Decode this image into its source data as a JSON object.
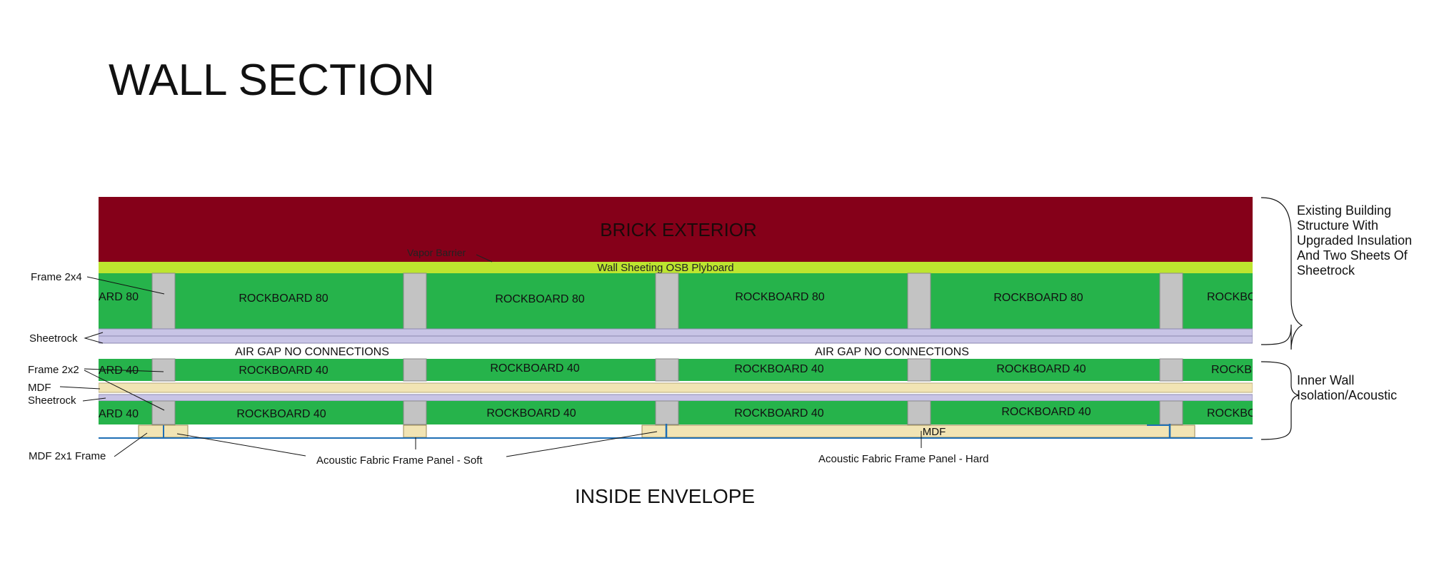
{
  "title": "WALL SECTION",
  "footer_label": "INSIDE ENVELOPE",
  "layers": {
    "brick": "BRICK EXTERIOR",
    "vapor_barrier": "Vapor Barrier",
    "osb": "Wall Sheeting OSB Plyboard",
    "air_gap": "AIR GAP NO CONNECTIONS",
    "mdf": "MDF"
  },
  "rows": {
    "outer_rockboard": {
      "label": "ROCKBOARD 80",
      "partial_left": "ARD 80",
      "partial_right": "ROCKBO"
    },
    "inner_rockboard_1": {
      "label": "ROCKBOARD 40",
      "partial_left": "ARD 40",
      "partial_right": "ROCKB"
    },
    "inner_rockboard_2": {
      "label": "ROCKBOARD 40",
      "partial_left": "ARD 40",
      "partial_right": "ROCKBO"
    }
  },
  "callouts": {
    "frame_2x4": "Frame 2x4",
    "sheetrock_outer": "Sheetrock",
    "frame_2x2": "Frame 2x2",
    "mdf": "MDF",
    "sheetrock_inner": "Sheetrock",
    "mdf_2x1_frame": "MDF 2x1 Frame",
    "acoustic_soft": "Acoustic Fabric Frame Panel - Soft",
    "acoustic_hard": "Acoustic Fabric Frame Panel - Hard"
  },
  "brackets": {
    "existing": "Existing Building Structure With Upgraded Insulation And Two Sheets Of Sheetrock",
    "inner": "Inner Wall Isolation/Acoustic"
  },
  "colors": {
    "brick": "#850019",
    "osb": "#bde52f",
    "rockboard": "#26b34b",
    "stud": "#c3c3c3",
    "sheetrock": "#c8c4e6",
    "mdf": "#f1e4b4",
    "fabric_line": "#1f6fb5"
  }
}
